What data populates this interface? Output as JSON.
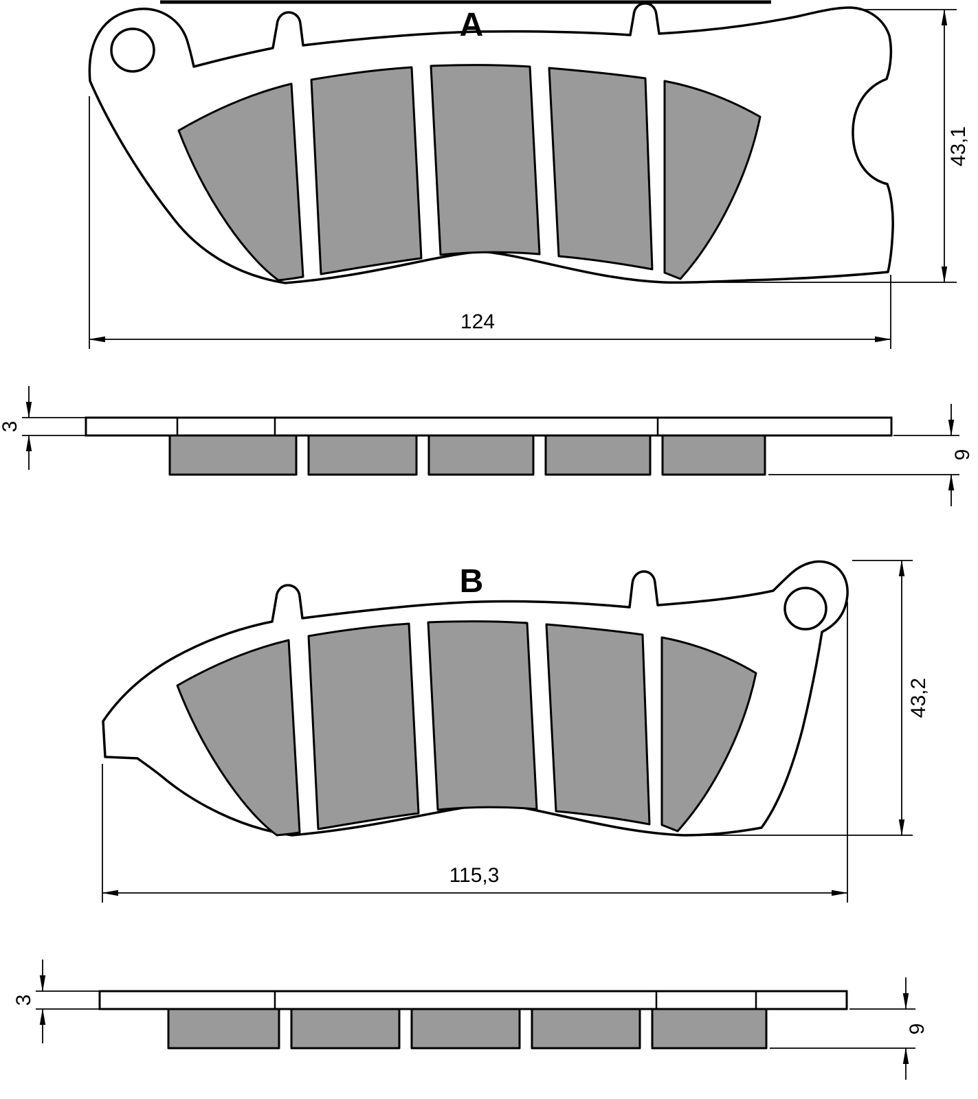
{
  "diagram": {
    "title_hint": "brake-pad-technical-drawing",
    "colors": {
      "friction": "#9a9a9a",
      "outline": "#000000",
      "background": "#ffffff"
    },
    "pad_a": {
      "label": "A",
      "width_label": "124",
      "height_label": "43,1"
    },
    "side_a": {
      "backing_thickness_label": "3",
      "friction_thickness_label": "9"
    },
    "pad_b": {
      "label": "B",
      "width_label": "115,3",
      "height_label": "43,2"
    },
    "side_b": {
      "backing_thickness_label": "3",
      "friction_thickness_label": "9"
    }
  }
}
